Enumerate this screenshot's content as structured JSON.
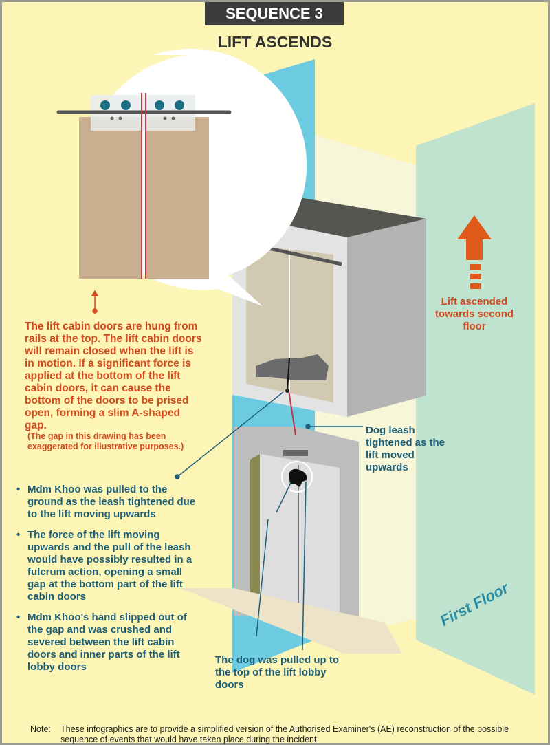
{
  "header": {
    "sequence_label": "SEQUENCE 3",
    "title": "LIFT ASCENDS"
  },
  "callout": {
    "description": "The lift cabin doors are hung from rails at the top. The lift cabin doors will remain closed when the lift is in motion. If a significant force is applied at the bottom of the lift cabin doors, it can cause the bottom of the doors to be prised open, forming a slim A-shaped gap.",
    "note": "(The gap in this drawing has been exaggerated for illustrative purposes.)"
  },
  "labels": {
    "lift_ascended": "Lift ascended towards second floor",
    "dog_leash": "Dog leash tightened as the lift moved upwards",
    "dog_pulled": "The dog was pulled up to the top of the lift lobby doors",
    "floor": "First Floor"
  },
  "bullets": [
    "Mdm Khoo was pulled to the ground as the leash tightened due to the lift moving upwards",
    "The force of the lift moving upwards and the pull of the leash would have possibly resulted in a fulcrum action, opening a small gap at the bottom part of the lift cabin doors",
    "Mdm Khoo's hand slipped out of the gap and was crushed and severed between the lift cabin doors and inner parts of the lift lobby doors"
  ],
  "footer": {
    "note_label": "Note:",
    "note_text": "These infographics are to provide a simplified version of the Authorised Examiner's (AE) reconstruction of the possible sequence of events that would have taken place during the incident."
  },
  "colors": {
    "background": "#fdf5b6",
    "red_text": "#d24a1e",
    "blue_text": "#1d5f78",
    "blue_wall": "#6ccbe0",
    "green_wall": "#bfe3cf",
    "arrow": "#e05a1c"
  }
}
